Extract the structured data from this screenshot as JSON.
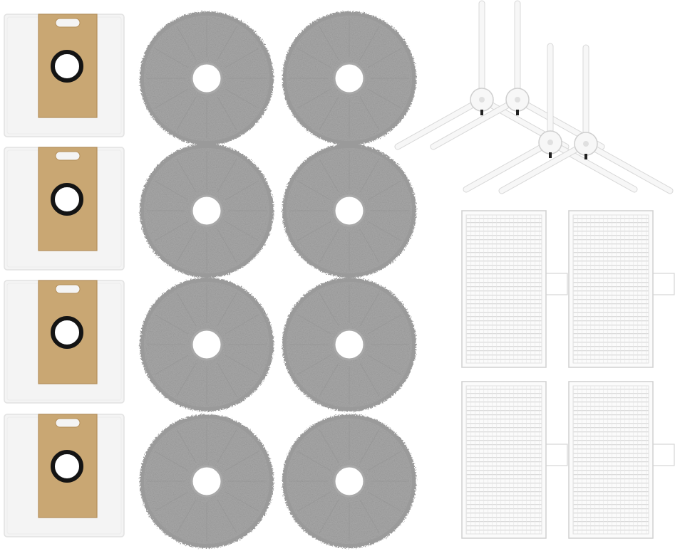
{
  "scene": {
    "background": "#ffffff",
    "counts": {
      "dust_bags": 4,
      "mop_pads": 8,
      "side_brushes": 4,
      "hepa_filters": 4
    }
  },
  "colors": {
    "bag_body": "#f4f4f4",
    "bag_card": "#c9a773",
    "bag_card_dark": "#b48f5a",
    "bag_ring": "#141414",
    "mop_fibre": "#9a9a9a",
    "mop_fibre_light": "#c3c3c3",
    "mop_hole": "#e9e9e9",
    "brush_white": "#f7f7f7",
    "brush_shadow": "#d8d8d8",
    "filter_frame": "#fbfbfb",
    "filter_pleat": "#dcdcdc"
  },
  "icons": {
    "dust_bag": "dust-bag-icon",
    "mop_pad": "mop-pad-icon",
    "side_brush": "side-brush-icon",
    "hepa_filter": "hepa-filter-icon"
  }
}
